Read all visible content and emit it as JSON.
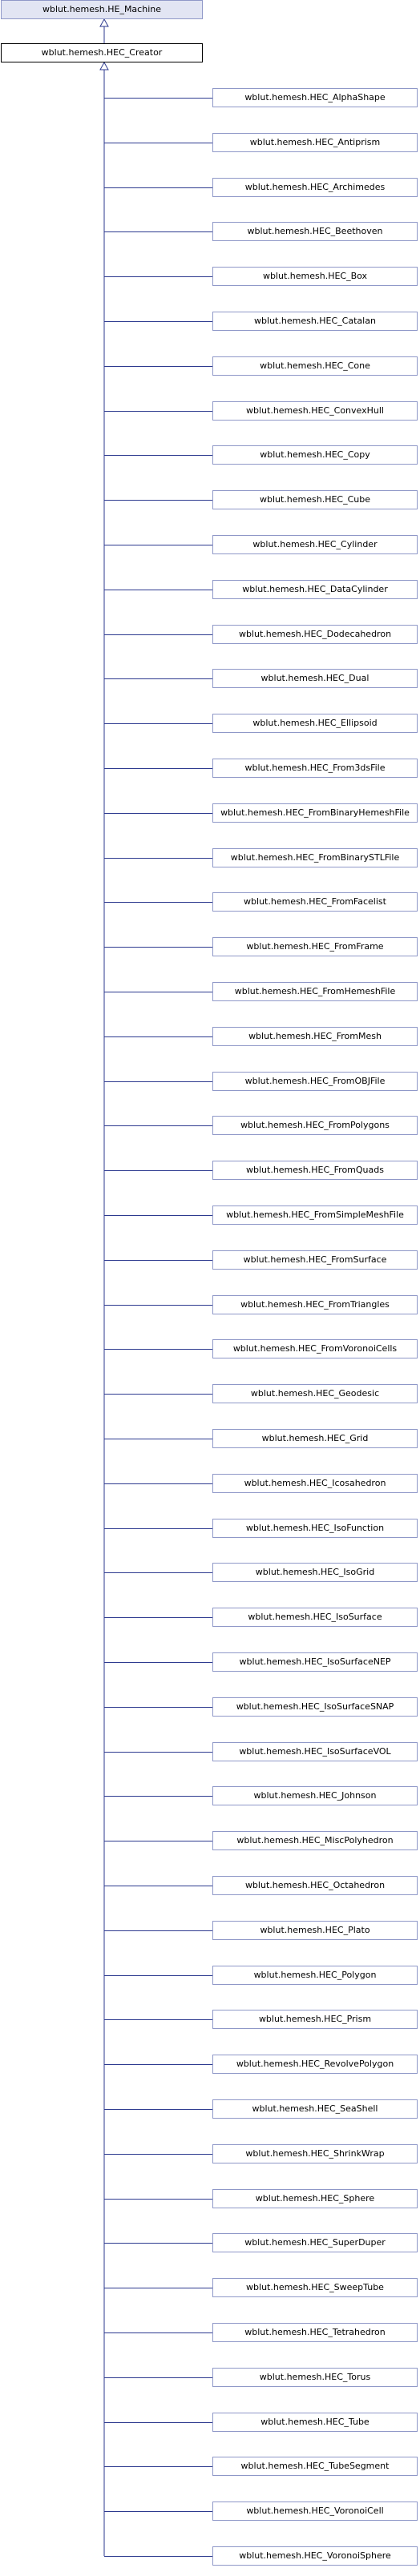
{
  "diagram": {
    "parent": "wblut.hemesh.HE_Machine",
    "focus": "wblut.hemesh.HEC_Creator",
    "children": [
      "wblut.hemesh.HEC_AlphaShape",
      "wblut.hemesh.HEC_Antiprism",
      "wblut.hemesh.HEC_Archimedes",
      "wblut.hemesh.HEC_Beethoven",
      "wblut.hemesh.HEC_Box",
      "wblut.hemesh.HEC_Catalan",
      "wblut.hemesh.HEC_Cone",
      "wblut.hemesh.HEC_ConvexHull",
      "wblut.hemesh.HEC_Copy",
      "wblut.hemesh.HEC_Cube",
      "wblut.hemesh.HEC_Cylinder",
      "wblut.hemesh.HEC_DataCylinder",
      "wblut.hemesh.HEC_Dodecahedron",
      "wblut.hemesh.HEC_Dual",
      "wblut.hemesh.HEC_Ellipsoid",
      "wblut.hemesh.HEC_From3dsFile",
      "wblut.hemesh.HEC_FromBinaryHemeshFile",
      "wblut.hemesh.HEC_FromBinarySTLFile",
      "wblut.hemesh.HEC_FromFacelist",
      "wblut.hemesh.HEC_FromFrame",
      "wblut.hemesh.HEC_FromHemeshFile",
      "wblut.hemesh.HEC_FromMesh",
      "wblut.hemesh.HEC_FromOBJFile",
      "wblut.hemesh.HEC_FromPolygons",
      "wblut.hemesh.HEC_FromQuads",
      "wblut.hemesh.HEC_FromSimpleMeshFile",
      "wblut.hemesh.HEC_FromSurface",
      "wblut.hemesh.HEC_FromTriangles",
      "wblut.hemesh.HEC_FromVoronoiCells",
      "wblut.hemesh.HEC_Geodesic",
      "wblut.hemesh.HEC_Grid",
      "wblut.hemesh.HEC_Icosahedron",
      "wblut.hemesh.HEC_IsoFunction",
      "wblut.hemesh.HEC_IsoGrid",
      "wblut.hemesh.HEC_IsoSurface",
      "wblut.hemesh.HEC_IsoSurfaceNEP",
      "wblut.hemesh.HEC_IsoSurfaceSNAP",
      "wblut.hemesh.HEC_IsoSurfaceVOL",
      "wblut.hemesh.HEC_Johnson",
      "wblut.hemesh.HEC_MiscPolyhedron",
      "wblut.hemesh.HEC_Octahedron",
      "wblut.hemesh.HEC_Plato",
      "wblut.hemesh.HEC_Polygon",
      "wblut.hemesh.HEC_Prism",
      "wblut.hemesh.HEC_RevolvePolygon",
      "wblut.hemesh.HEC_SeaShell",
      "wblut.hemesh.HEC_ShrinkWrap",
      "wblut.hemesh.HEC_Sphere",
      "wblut.hemesh.HEC_SuperDuper",
      "wblut.hemesh.HEC_SweepTube",
      "wblut.hemesh.HEC_Tetrahedron",
      "wblut.hemesh.HEC_Torus",
      "wblut.hemesh.HEC_Tube",
      "wblut.hemesh.HEC_TubeSegment",
      "wblut.hemesh.HEC_VoronoiCell",
      "wblut.hemesh.HEC_VoronoiSphere"
    ],
    "colors": {
      "edge": "#2d3a8f",
      "box_border": "#8f98c8",
      "parent_fill": "#e2e5f3"
    }
  }
}
